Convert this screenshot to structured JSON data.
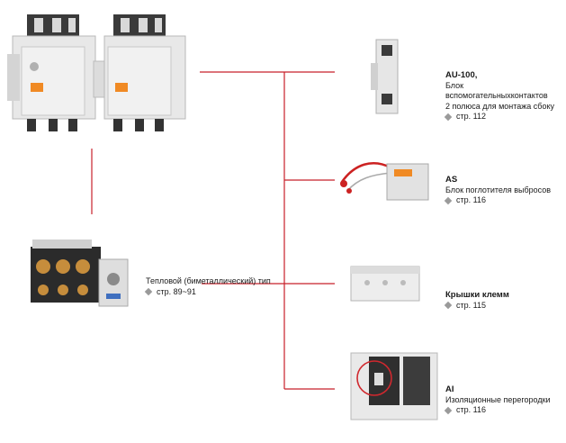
{
  "accessories": [
    {
      "title": "AU-100,",
      "lines": [
        "Блок вспомогательныхконтактов",
        "2 полюса для монтажа сбоку"
      ],
      "page": "стр. 112",
      "icon": "auxiliary-contact-block-icon"
    },
    {
      "title": "AS",
      "lines": [
        "Блок поглотителя выбросов"
      ],
      "page": "стр. 116",
      "icon": "surge-absorber-icon"
    },
    {
      "title": "Крышки клемм",
      "lines": [],
      "page": "стр. 115",
      "icon": "terminal-cover-icon"
    },
    {
      "title": "AI",
      "lines": [
        "Изоляционные перегородки"
      ],
      "page": "стр. 116",
      "icon": "insulation-barrier-icon"
    }
  ],
  "relay": {
    "line": "Тепловой (биметаллический) тип",
    "page": "стр. 89~91",
    "icon": "thermal-overload-relay-icon"
  },
  "contactor": {
    "icon": "contactor-pair-icon"
  },
  "colors": {
    "connector": "#c8202a",
    "ref_marker": "#9a9a9a",
    "highlight_ring": "#d0282e",
    "indicator_orange": "#f08a24"
  }
}
